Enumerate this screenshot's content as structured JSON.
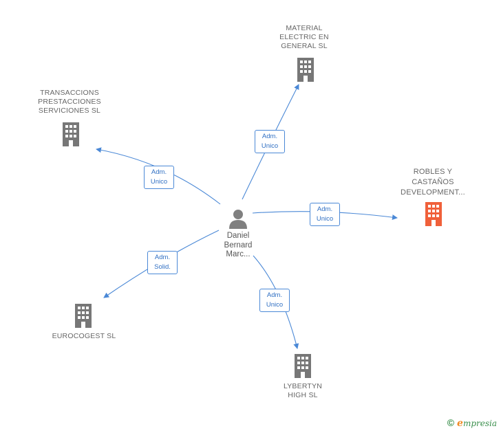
{
  "colors": {
    "edge": "#4a88d6",
    "company_icon": "#777777",
    "highlight_icon": "#f0603a",
    "person_icon": "#808080"
  },
  "person": {
    "name": "Daniel\nBernard\nMarc...",
    "icon": "person-icon"
  },
  "companies": [
    {
      "id": "material",
      "name": "MATERIAL\nELECTRIC EN\nGENERAL SL",
      "icon": "building-icon",
      "highlight": false
    },
    {
      "id": "transaccions",
      "name": "TRANSACCIONS\nPRESTACCIONES\nSERVICIONES SL",
      "icon": "building-icon",
      "highlight": false
    },
    {
      "id": "robles",
      "name": "ROBLES Y\nCASTAÑOS\nDEVELOPMENT...",
      "icon": "building-icon",
      "highlight": true
    },
    {
      "id": "eurocogest",
      "name": "EUROCOGEST SL",
      "icon": "building-icon",
      "highlight": false
    },
    {
      "id": "lybertyn",
      "name": "LYBERTYN\nHIGH  SL",
      "icon": "building-icon",
      "highlight": false
    }
  ],
  "roles": {
    "material": "Adm.\nUnico",
    "transaccions": "Adm.\nUnico",
    "robles": "Adm.\nUnico",
    "eurocogest": "Adm.\nSolid.",
    "lybertyn": "Adm.\nUnico"
  },
  "footer": {
    "copyright": "©",
    "brand_initial": "e",
    "brand_rest": "mpresia"
  }
}
